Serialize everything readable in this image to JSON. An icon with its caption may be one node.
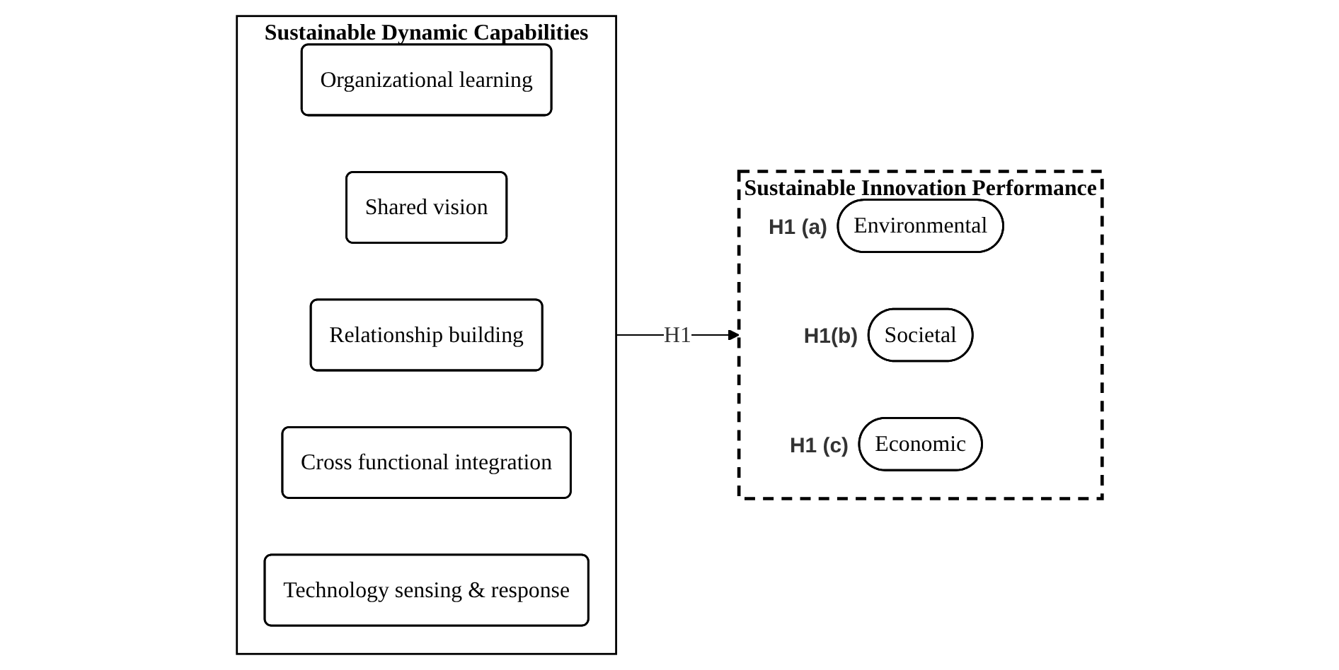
{
  "diagram": {
    "nodes": [
      {
        "text": [
          "Sustainable Dynamic Capabilities"
        ]
      },
      {
        "text": [
          "Organizational learning"
        ],
        "in": 0
      },
      {
        "text": [
          "Shared vision"
        ],
        "in": 0
      },
      {
        "text": [
          "Relationship building"
        ],
        "in": 0
      },
      {
        "text": [
          "Cross functional integration"
        ],
        "in": 0
      },
      {
        "text": [
          "Technology sensing & response"
        ],
        "in": 0
      },
      {
        "text": [
          "Sustainable Innovation Performance"
        ]
      },
      {
        "text": [
          "Environmental"
        ],
        "in": 6,
        "beside": [
          "H1 (a)"
        ]
      },
      {
        "text": [
          "Societal"
        ],
        "in": 6,
        "beside": [
          "H1(b)"
        ]
      },
      {
        "text": [
          "Economic"
        ],
        "in": 6,
        "beside": [
          "H1 (c)"
        ]
      }
    ],
    "edges": [
      {
        "from": 0,
        "to": 6,
        "arrow": "to",
        "label": "H1"
      }
    ]
  }
}
